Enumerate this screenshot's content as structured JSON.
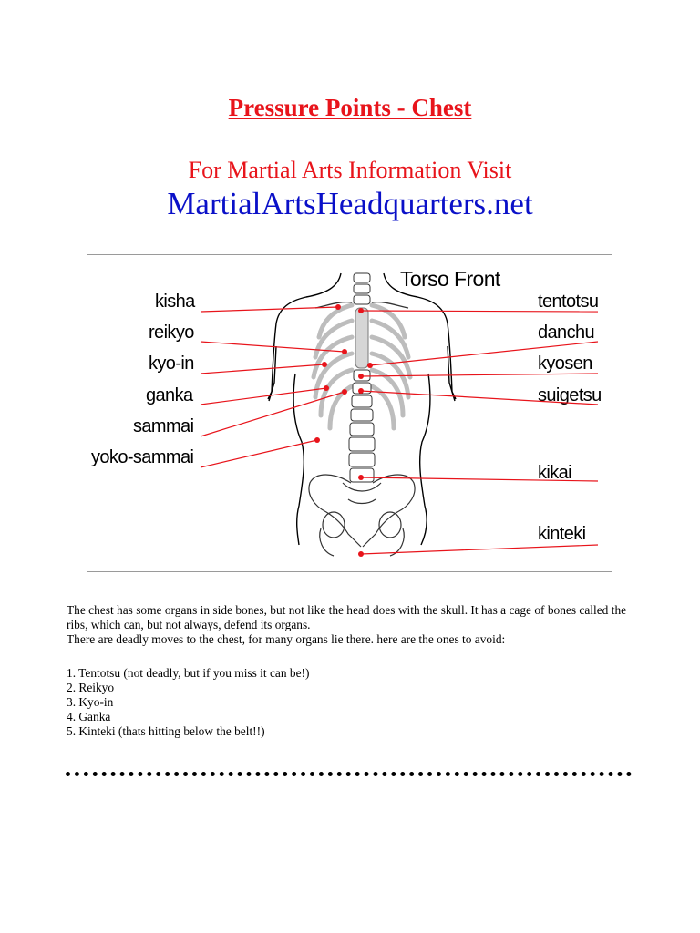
{
  "header": {
    "title": "Pressure Points - Chest",
    "visit_text": "For Martial Arts Information Visit",
    "site_link": "MartialArtsHeadquarters.net"
  },
  "figure": {
    "title": "Torso Front",
    "labels_left": [
      "kisha",
      "reikyo",
      "kyo-in",
      "ganka",
      "sammai",
      "yoko-sammai"
    ],
    "labels_right": [
      "tentotsu",
      "danchu",
      "kyosen",
      "suigetsu",
      "kikai",
      "kinteki"
    ],
    "point_color": "#e8141b"
  },
  "body": {
    "paragraph_line1": "The chest has some organs in side bones, but not like the head does with the skull. It has a cage of bones called the ribs, which can, but not always, defend its organs.",
    "paragraph_line2": "There are deadly moves to the chest, for many organs lie there. here are the ones to avoid:",
    "list": [
      "1. Tentotsu (not deadly, but if you miss it can be!)",
      "2. Reikyo",
      "3. Kyo-in",
      "4. Ganka",
      "5. Kinteki (thats hitting below the belt!!)"
    ]
  },
  "colors": {
    "title_red": "#e8141b",
    "link_blue": "#0a10c8"
  }
}
